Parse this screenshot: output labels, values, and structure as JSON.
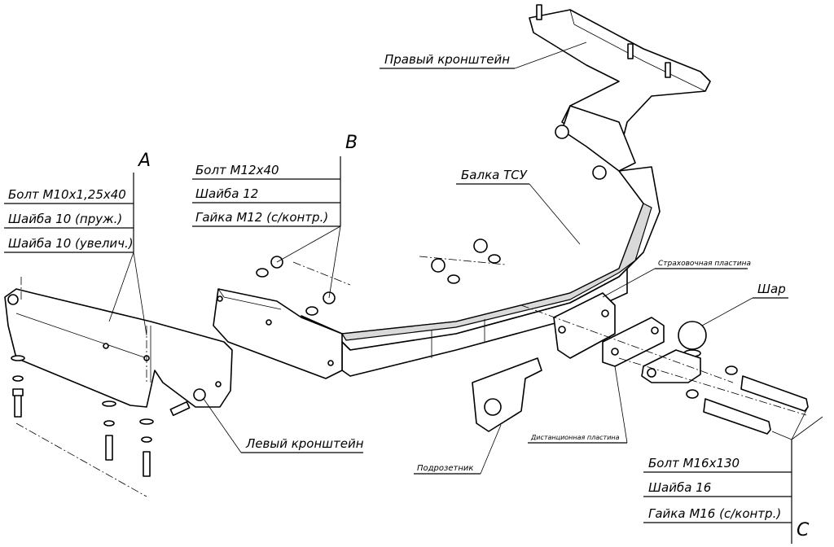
{
  "sections": {
    "A": {
      "letter": "A",
      "items": [
        "Болт М10х1,25х40",
        "Шайба 10 (пруж.)",
        "Шайба 10 (увелич.)"
      ]
    },
    "B": {
      "letter": "B",
      "items": [
        "Болт М12х40",
        "Шайба 12",
        "Гайка М12 (с/контр.)"
      ]
    },
    "C": {
      "letter": "C",
      "items": [
        "Болт М16х130",
        "Шайба 16",
        "Гайка М16 (с/контр.)"
      ]
    }
  },
  "parts": {
    "right_bracket": "Правый кронштейн",
    "beam": "Балка ТСУ",
    "left_bracket": "Левый кронштейн",
    "safety_plate": "Страховочная пластина",
    "ball": "Шар",
    "socket_holder": "Подрозетник",
    "spacer_plate": "Дистанционная пластина"
  }
}
